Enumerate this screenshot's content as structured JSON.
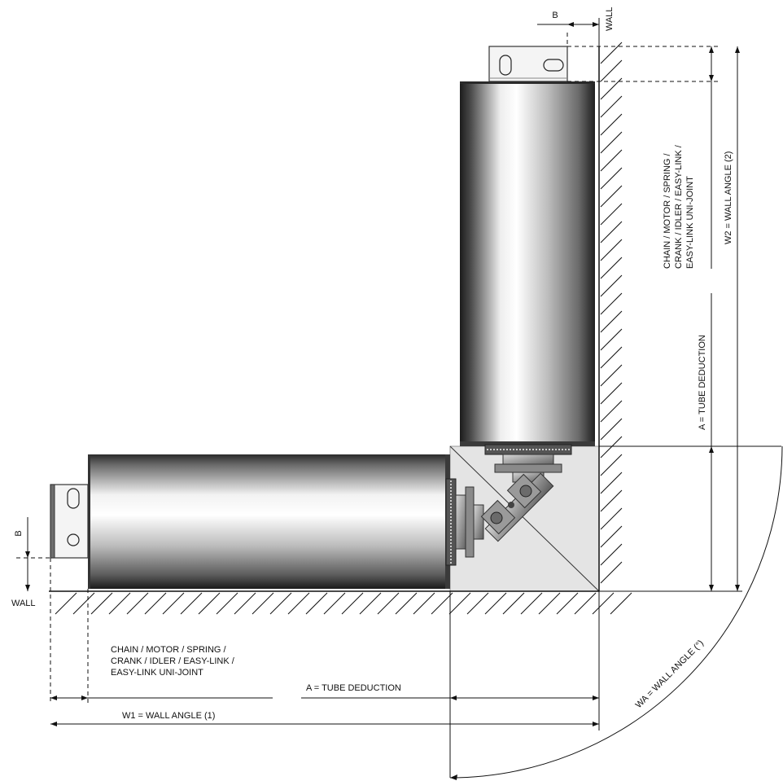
{
  "labels": {
    "b_top": "B",
    "wall_top": "WALL",
    "b_left": "B",
    "wall_left": "WALL",
    "vertical_components": [
      "CHAIN / MOTOR / SPRING /",
      "CRANK / IDLER / EASY-LINK /",
      "EASY-LINK UNI-JOINT"
    ],
    "w2": "W2 = WALL ANGLE (2)",
    "a_vertical": "A = TUBE DEDUCTION",
    "horizontal_components": [
      "CHAIN / MOTOR / SPRING /",
      "CRANK / IDLER / EASY-LINK /",
      "EASY-LINK UNI-JOINT"
    ],
    "a_horizontal": "A = TUBE DEDUCTION",
    "w1": "W1 = WALL ANGLE (1)",
    "wa": "WA = WALL ANGLE (°)"
  },
  "icons": [
    "bracket-icon",
    "sprocket-icon",
    "uni-joint-icon",
    "wall-hatch-icon"
  ]
}
